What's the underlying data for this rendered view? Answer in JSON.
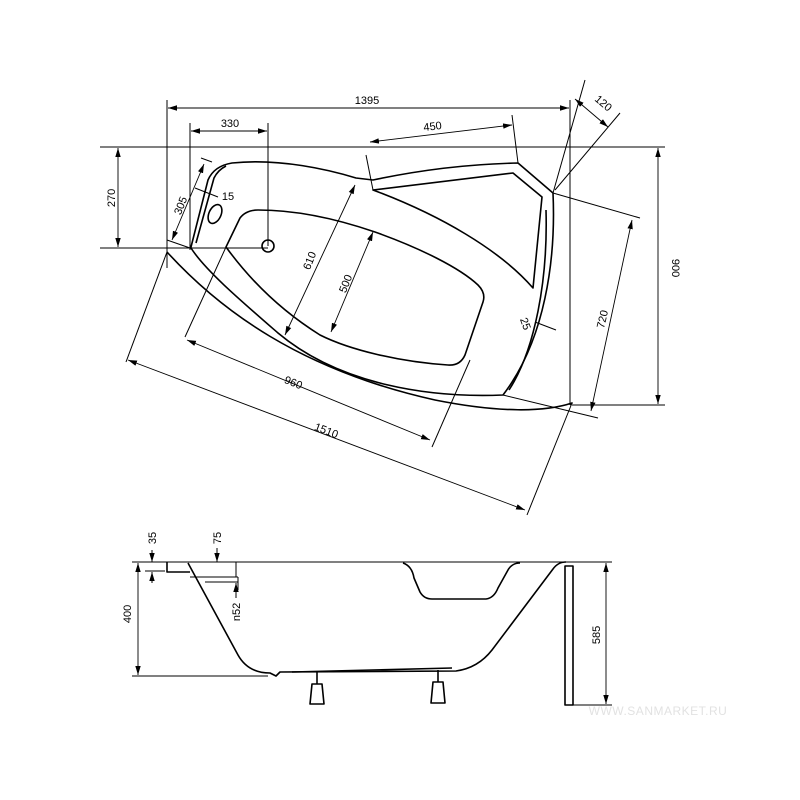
{
  "top_view": {
    "dimensions": {
      "overall_width": "1395",
      "drain_offset": "330",
      "seat_width": "450",
      "corner_step": "120",
      "drain_depth": "270",
      "overall_depth": "900",
      "overflow_span": "305",
      "rim_offset": "15",
      "bath_width_outer": "610",
      "bath_width_inner": "500",
      "side_rim": "25",
      "right_side": "720",
      "basin_length": "960",
      "overall_length": "1510"
    }
  },
  "side_view": {
    "dimensions": {
      "rim_thickness": "35",
      "overflow_height": "75",
      "overflow_diameter": "n52",
      "tub_depth": "400",
      "total_height": "585"
    }
  },
  "watermark": "WWW.SANMARKET.RU"
}
